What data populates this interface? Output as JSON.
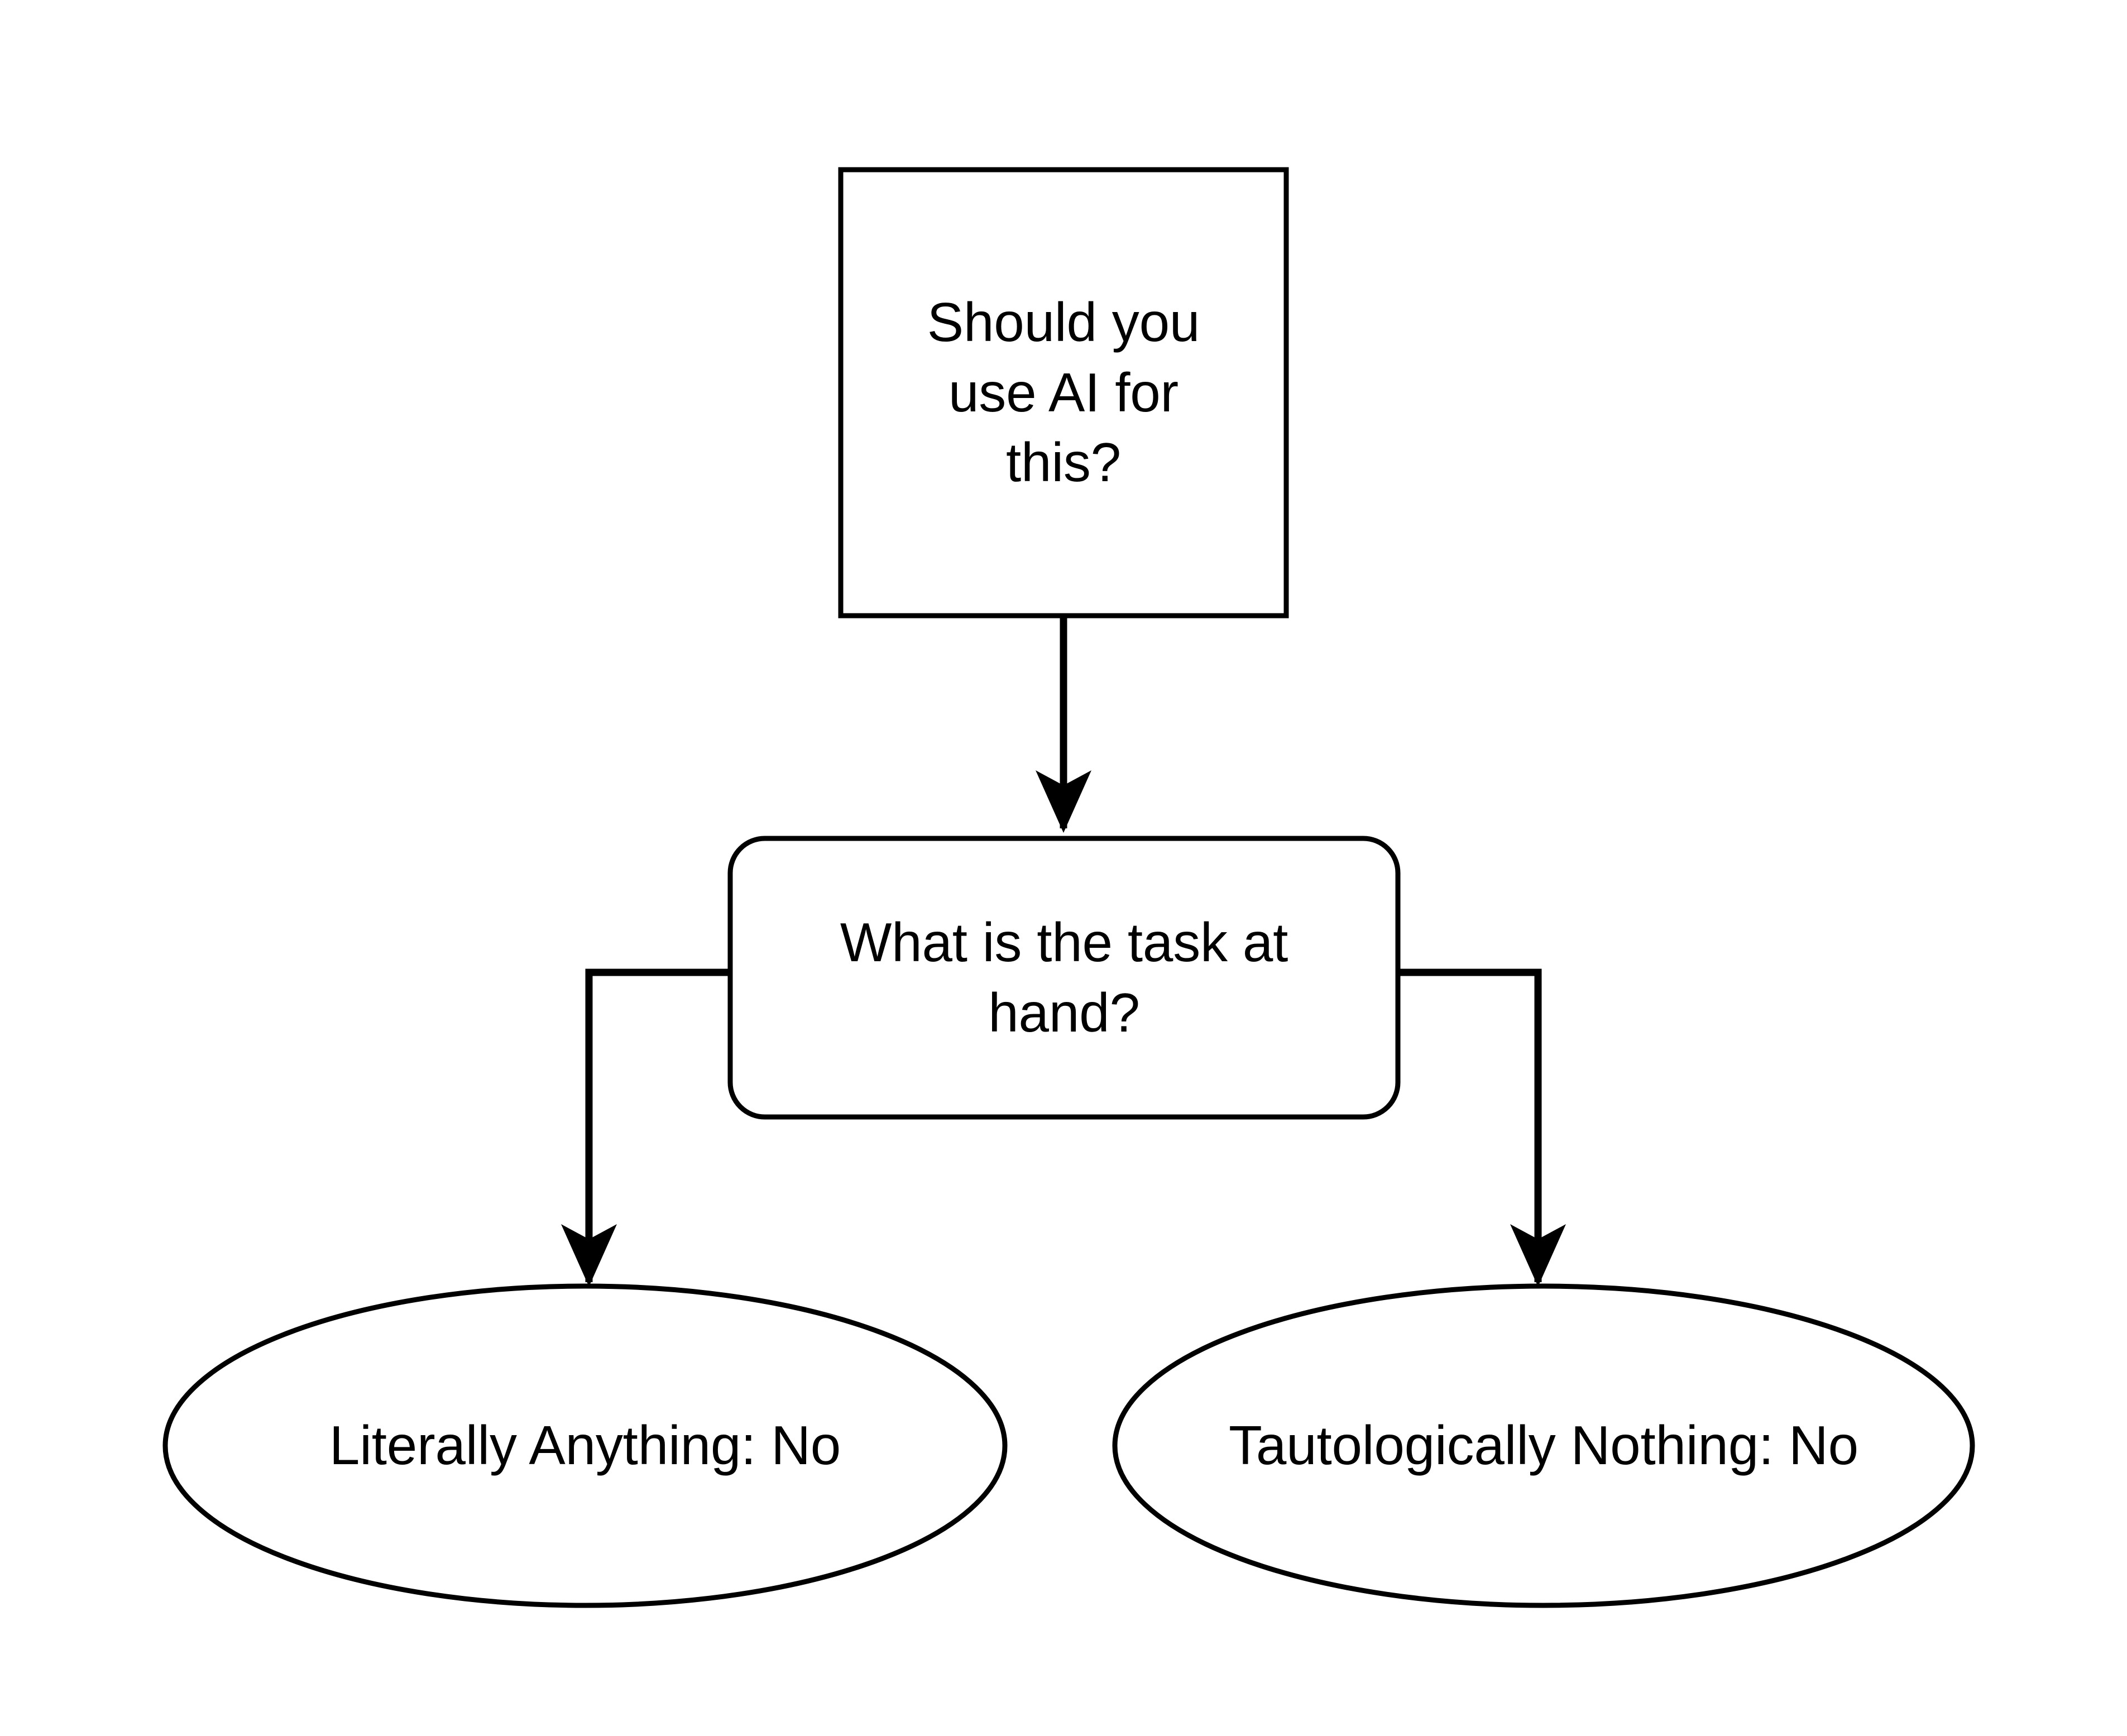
{
  "diagram": {
    "type": "flowchart",
    "direction": "top-down",
    "background_color": "#ffffff",
    "stroke_color": "#000000",
    "text_color": "#000000",
    "nodes": [
      {
        "id": "root",
        "shape": "rectangle",
        "label": "Should you use AI for this?",
        "label_lines": "Should you\nuse AI for\nthis?"
      },
      {
        "id": "task",
        "shape": "rounded-rectangle",
        "label": "What is the task at hand?",
        "label_lines": "What is the task at\nhand?"
      },
      {
        "id": "outcome_left",
        "shape": "ellipse",
        "label": "Literally Anything: No",
        "label_lines": "Literally Anything: No"
      },
      {
        "id": "outcome_right",
        "shape": "ellipse",
        "label": "Tautologically Nothing: No",
        "label_lines": "Tautologically Nothing: No"
      }
    ],
    "edges": [
      {
        "id": "e1",
        "from": "root",
        "to": "task",
        "label": "",
        "arrow": "filled-v"
      },
      {
        "id": "e2",
        "from": "task",
        "to": "outcome_left",
        "label": "",
        "arrow": "filled-v"
      },
      {
        "id": "e3",
        "from": "task",
        "to": "outcome_right",
        "label": "",
        "arrow": "filled-v"
      }
    ]
  }
}
